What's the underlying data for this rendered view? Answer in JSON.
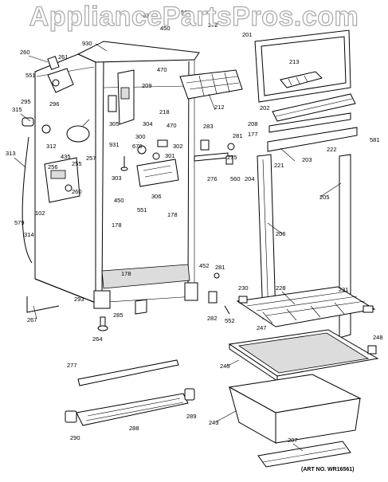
{
  "watermark": "AppliancePartsPros.com",
  "art_number": "(ART NO. WR16561)",
  "callouts": [
    {
      "id": "631",
      "text": "631"
    },
    {
      "id": "560a",
      "text": "560"
    },
    {
      "id": "450a",
      "text": "450"
    },
    {
      "id": "272",
      "text": "272"
    },
    {
      "id": "201",
      "text": "201"
    },
    {
      "id": "930",
      "text": "930"
    },
    {
      "id": "260",
      "text": "260"
    },
    {
      "id": "261",
      "text": "261"
    },
    {
      "id": "551a",
      "text": "551"
    },
    {
      "id": "470a",
      "text": "470"
    },
    {
      "id": "213",
      "text": "213"
    },
    {
      "id": "296",
      "text": "296"
    },
    {
      "id": "295",
      "text": "295"
    },
    {
      "id": "209",
      "text": "209"
    },
    {
      "id": "315",
      "text": "315"
    },
    {
      "id": "218",
      "text": "218"
    },
    {
      "id": "212",
      "text": "212"
    },
    {
      "id": "202",
      "text": "202"
    },
    {
      "id": "305",
      "text": "305"
    },
    {
      "id": "304",
      "text": "304"
    },
    {
      "id": "470b",
      "text": "470"
    },
    {
      "id": "208",
      "text": "208"
    },
    {
      "id": "312",
      "text": "312"
    },
    {
      "id": "283",
      "text": "283"
    },
    {
      "id": "281a",
      "text": "281"
    },
    {
      "id": "177",
      "text": "177"
    },
    {
      "id": "300",
      "text": "300"
    },
    {
      "id": "313",
      "text": "313"
    },
    {
      "id": "931",
      "text": "931"
    },
    {
      "id": "679",
      "text": "679"
    },
    {
      "id": "302",
      "text": "302"
    },
    {
      "id": "222",
      "text": "222"
    },
    {
      "id": "581",
      "text": "581"
    },
    {
      "id": "435",
      "text": "435"
    },
    {
      "id": "301",
      "text": "301"
    },
    {
      "id": "275",
      "text": "275"
    },
    {
      "id": "221",
      "text": "221"
    },
    {
      "id": "203",
      "text": "203"
    },
    {
      "id": "256",
      "text": "256"
    },
    {
      "id": "255",
      "text": "255"
    },
    {
      "id": "257",
      "text": "257"
    },
    {
      "id": "303",
      "text": "303"
    },
    {
      "id": "276",
      "text": "276"
    },
    {
      "id": "560b",
      "text": "560"
    },
    {
      "id": "204",
      "text": "204"
    },
    {
      "id": "306",
      "text": "306"
    },
    {
      "id": "260b",
      "text": "260"
    },
    {
      "id": "205",
      "text": "205"
    },
    {
      "id": "450b",
      "text": "450"
    },
    {
      "id": "102",
      "text": "102"
    },
    {
      "id": "551b",
      "text": "551"
    },
    {
      "id": "178a",
      "text": "178"
    },
    {
      "id": "579",
      "text": "579"
    },
    {
      "id": "178b",
      "text": "178"
    },
    {
      "id": "314",
      "text": "314"
    },
    {
      "id": "206",
      "text": "206"
    },
    {
      "id": "452",
      "text": "452"
    },
    {
      "id": "281b",
      "text": "281"
    },
    {
      "id": "178c",
      "text": "178"
    },
    {
      "id": "230",
      "text": "230"
    },
    {
      "id": "228",
      "text": "228"
    },
    {
      "id": "231",
      "text": "231"
    },
    {
      "id": "293",
      "text": "293"
    },
    {
      "id": "267",
      "text": "267"
    },
    {
      "id": "285",
      "text": "285"
    },
    {
      "id": "282",
      "text": "282"
    },
    {
      "id": "552",
      "text": "552"
    },
    {
      "id": "247",
      "text": "247"
    },
    {
      "id": "248",
      "text": "248"
    },
    {
      "id": "264",
      "text": "264"
    },
    {
      "id": "245",
      "text": "245"
    },
    {
      "id": "277",
      "text": "277"
    },
    {
      "id": "289",
      "text": "289"
    },
    {
      "id": "243",
      "text": "243"
    },
    {
      "id": "288",
      "text": "288"
    },
    {
      "id": "290",
      "text": "290"
    },
    {
      "id": "207",
      "text": "207"
    }
  ]
}
